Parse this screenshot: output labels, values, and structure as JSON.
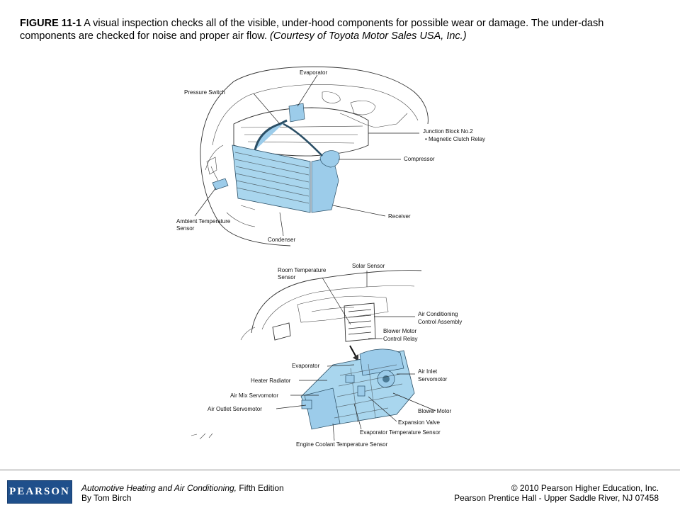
{
  "caption": {
    "figure_label": "FIGURE 11-1",
    "text": " A visual inspection checks all of the visible, under-hood components for possible wear or damage. The under-dash components are checked for noise and proper air flow. ",
    "credit": "(Courtesy of Toyota Motor Sales USA, Inc.)"
  },
  "engine_bay": {
    "labels": {
      "evaporator": "Evaporator",
      "pressure_switch": "Pressure Switch",
      "junction_block": "Junction Block No.2",
      "magnetic_clutch_relay": "• Magnetic Clutch Relay",
      "compressor": "Compressor",
      "receiver": "Receiver",
      "ambient_sensor_line1": "Ambient Temperature",
      "ambient_sensor_line2": "Sensor",
      "condenser": "Condenser"
    }
  },
  "dashboard": {
    "labels": {
      "room_temp_line1": "Room Temperature",
      "room_temp_line2": "Sensor",
      "solar_sensor": "Solar Sensor",
      "ac_control_line1": "Air Conditioning",
      "ac_control_line2": "Control Assembly",
      "blower_relay_line1": "Blower Motor",
      "blower_relay_line2": "Control Relay",
      "evaporator": "Evaporator",
      "heater_radiator": "Heater Radiator",
      "air_inlet_line1": "Air Inlet",
      "air_inlet_line2": "Servomotor",
      "air_mix_servo": "Air Mix Servomotor",
      "air_outlet_servo": "Air Outlet Servomotor",
      "blower_motor": "Blower Motor",
      "expansion_valve": "Expansion Valve",
      "evap_temp_sensor": "Evaporator Temperature Sensor",
      "engine_coolant_sensor": "Engine Coolant Temperature Sensor"
    }
  },
  "footer": {
    "logo_text": "PEARSON",
    "book_title": "Automotive Heating and Air Conditioning,",
    "book_edition": " Fifth Edition",
    "book_author": "By Tom Birch",
    "copyright_line1": "© 2010 Pearson Higher Education, Inc.",
    "copyright_line2": "Pearson Prentice Hall - Upper Saddle River, NJ 07458"
  }
}
